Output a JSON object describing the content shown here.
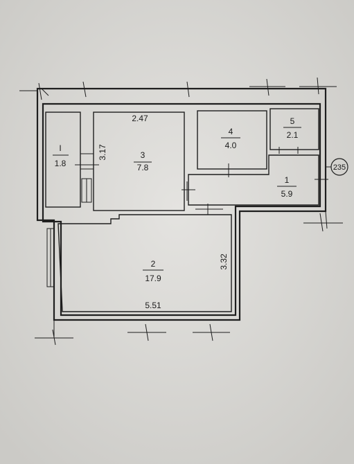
{
  "plan": {
    "rooms": [
      {
        "number": "I",
        "area": "1.8"
      },
      {
        "number": "3",
        "area": "7.8"
      },
      {
        "number": "4",
        "area": "4.0"
      },
      {
        "number": "5",
        "area": "2.1"
      },
      {
        "number": "1",
        "area": "5.9"
      },
      {
        "number": "2",
        "area": "17.9"
      }
    ],
    "dimensions": {
      "room3_width": "2.47",
      "room3_depth": "3.17",
      "room2_width": "5.51",
      "room2_depth": "3.32"
    },
    "apartment_number": "235"
  }
}
